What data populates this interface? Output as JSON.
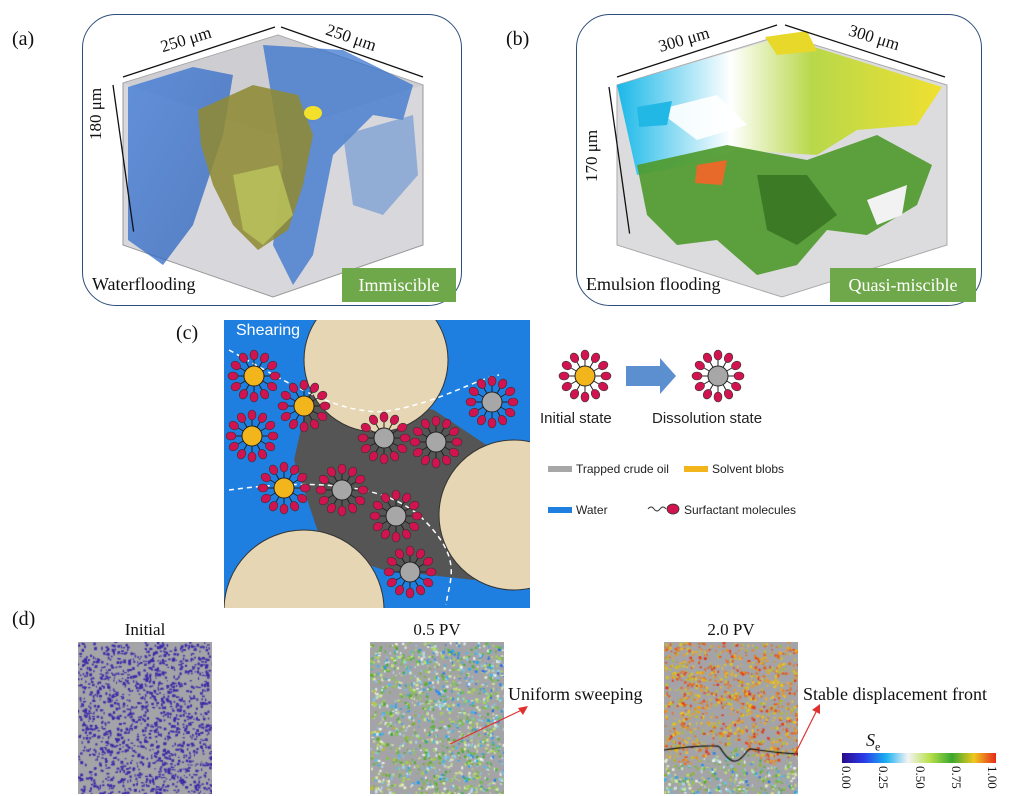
{
  "panel_a": {
    "letter": "(a)",
    "dim_x": "250 μm",
    "dim_z": "250 μm",
    "dim_y": "180 μm",
    "caption": "Waterflooding",
    "tag": "Immiscible"
  },
  "panel_b": {
    "letter": "(b)",
    "dim_x": "300 μm",
    "dim_z": "300 μm",
    "dim_y": "170 μm",
    "caption": "Emulsion flooding",
    "tag": "Quasi-miscible"
  },
  "panel_c": {
    "letter": "(c)",
    "flow_label": "Shearing",
    "initial_state": "Initial state",
    "dissolution_state": "Dissolution state",
    "legend": {
      "oil": "Trapped crude oil",
      "solvent": "Solvent blobs",
      "water": "Water",
      "surfactant": "Surfactant molecules"
    },
    "colors": {
      "water": "#1f7fe0",
      "oil": "#555555",
      "solvent": "#f2b51c",
      "surfactant": "#d1134f",
      "grain": "#e6d6b4"
    }
  },
  "panel_d": {
    "letter": "(d)",
    "titles": [
      "Initial",
      "0.5 PV",
      "2.0 PV"
    ],
    "annotation_1": "Uniform sweeping",
    "annotation_2": "Stable displacement front",
    "colorbar_label_main": "S",
    "colorbar_label_sub": "e",
    "colorbar_ticks": [
      "0.00",
      "0.25",
      "0.50",
      "0.75",
      "1.00"
    ]
  }
}
